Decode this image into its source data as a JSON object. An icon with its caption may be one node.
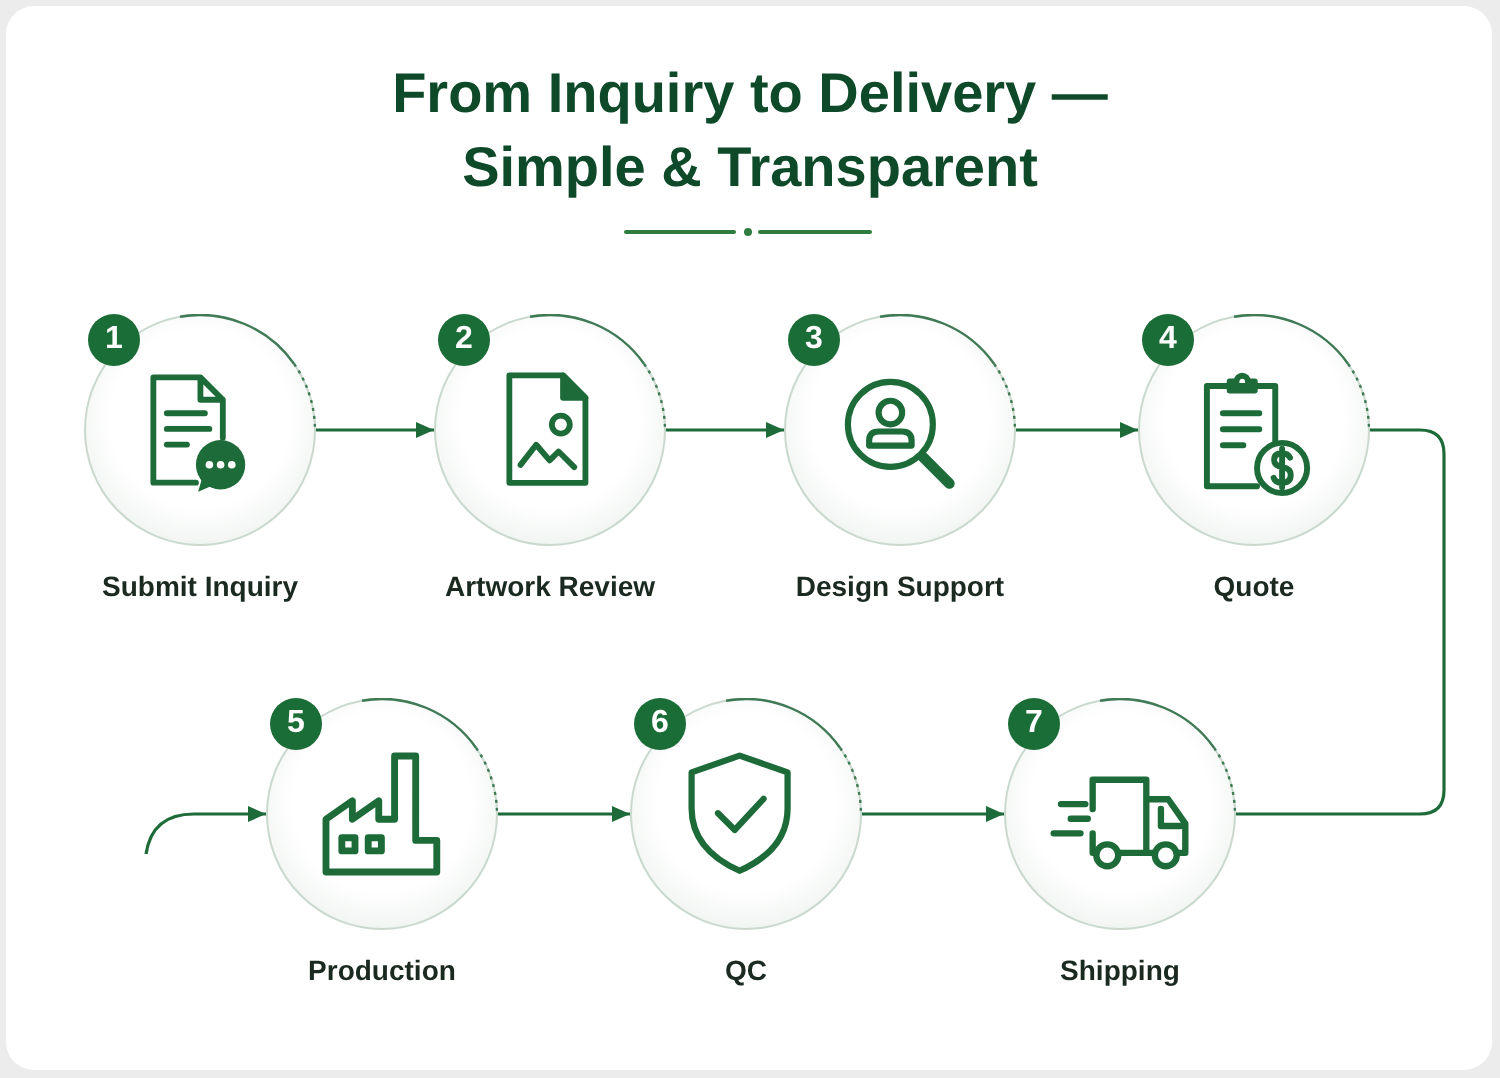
{
  "diagram": {
    "title": "From Inquiry to Delivery — Simple & Transparent",
    "nodes": [
      {
        "text": [
          "1",
          "Submit Inquiry"
        ]
      },
      {
        "text": [
          "2",
          "Artwork Review"
        ]
      },
      {
        "text": [
          "3",
          "Design Support"
        ]
      },
      {
        "text": [
          "4",
          "Quote"
        ]
      },
      {
        "text": [
          "5",
          "Production"
        ]
      },
      {
        "text": [
          "6",
          "QC"
        ]
      },
      {
        "text": [
          "7",
          "Shipping"
        ]
      }
    ],
    "edges": [
      {
        "from": 0,
        "to": 1,
        "arrow": "to"
      },
      {
        "from": 1,
        "to": 2,
        "arrow": "to"
      },
      {
        "from": 2,
        "to": 3,
        "arrow": "to"
      },
      {
        "from": 3,
        "to": 6,
        "arrow": "none"
      },
      {
        "from": null,
        "to": 4,
        "arrow": "to"
      },
      {
        "from": 4,
        "to": 5,
        "arrow": "to"
      },
      {
        "from": 5,
        "to": 6,
        "arrow": "to"
      }
    ]
  }
}
